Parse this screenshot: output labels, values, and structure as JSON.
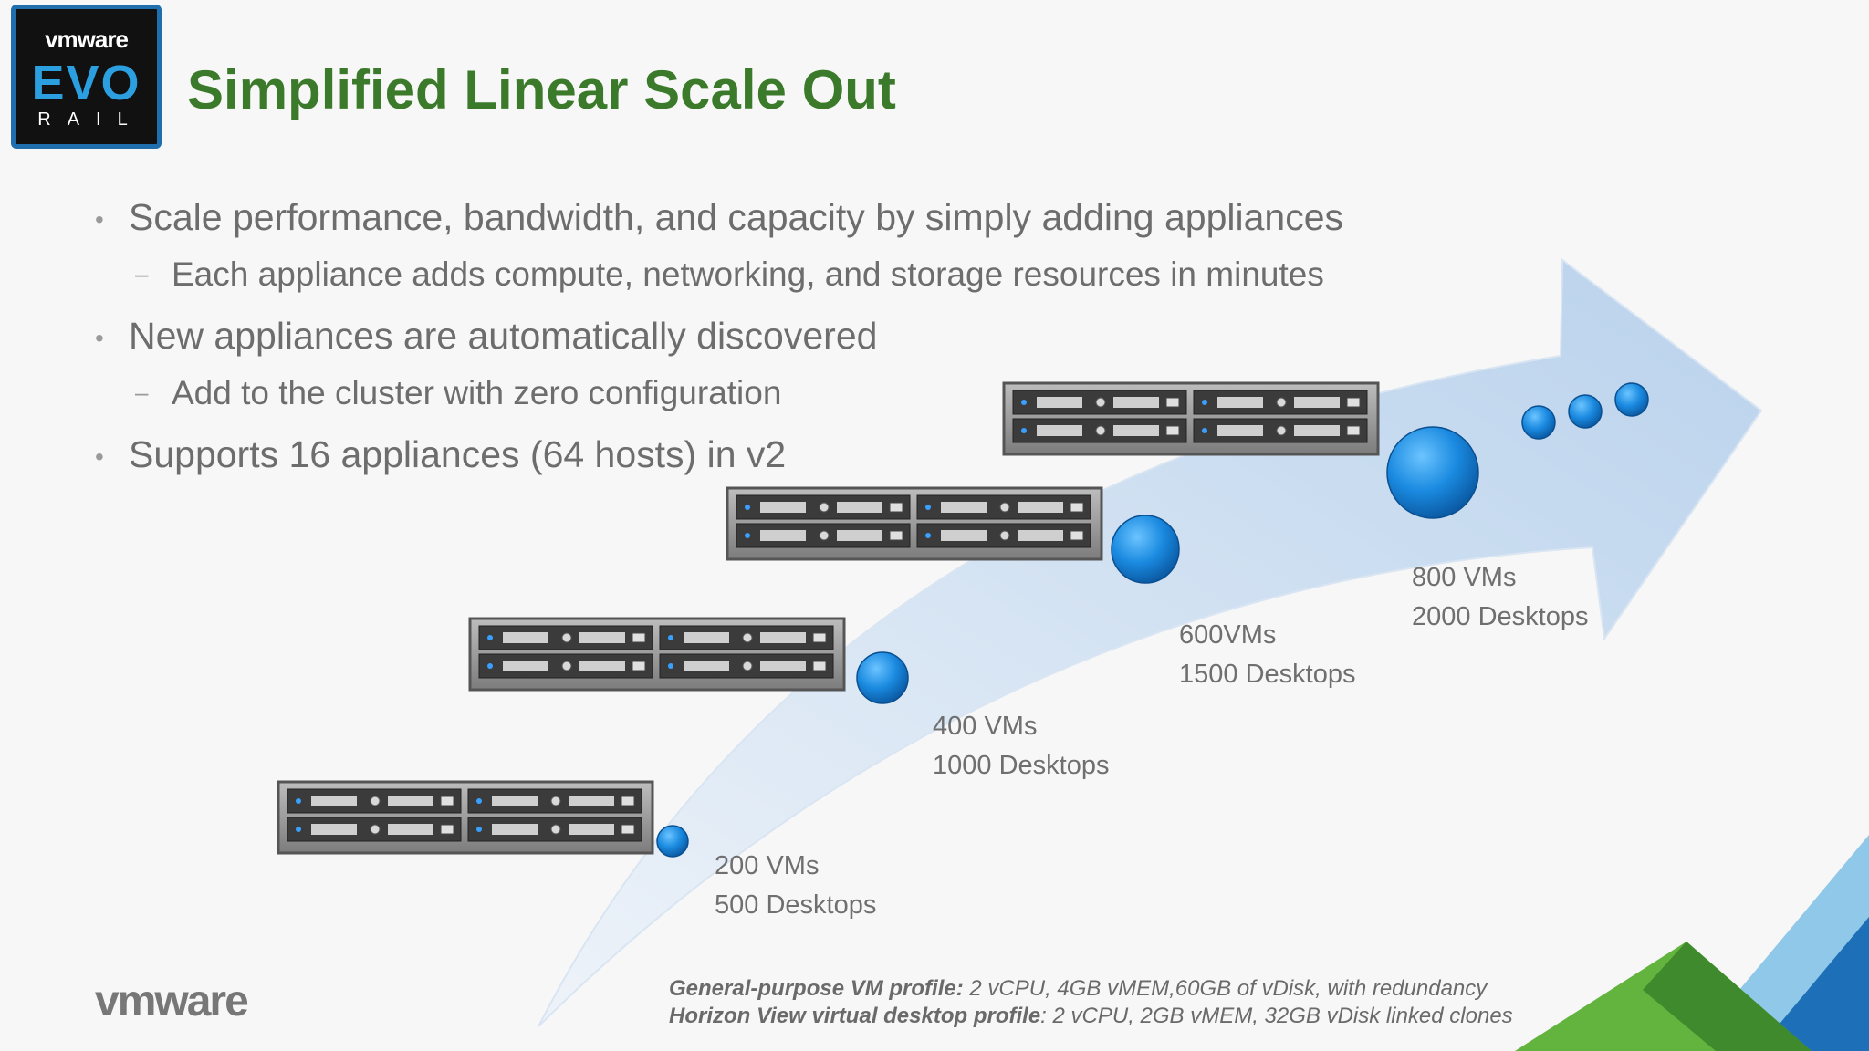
{
  "logo": {
    "vmware": "vmware",
    "evo": "EVO",
    "rail": "RAIL"
  },
  "title": "Simplified Linear Scale Out",
  "bullets": [
    {
      "text": "Scale performance, bandwidth, and capacity by simply adding appliances",
      "sub": "Each appliance adds compute, networking, and storage resources in minutes"
    },
    {
      "text": "New appliances are automatically discovered",
      "sub": "Add to the cluster with zero configuration"
    },
    {
      "text": "Supports 16 appliances (64 hosts) in v2",
      "sub": ""
    }
  ],
  "steps": [
    {
      "vms": "200 VMs",
      "desktops": "500 Desktops"
    },
    {
      "vms": "400 VMs",
      "desktops": "1000 Desktops"
    },
    {
      "vms": "600VMs",
      "desktops": "1500 Desktops"
    },
    {
      "vms": "800 VMs",
      "desktops": "2000 Desktops"
    }
  ],
  "footnote": {
    "line1_label": "General-purpose VM profile:",
    "line1_text": " 2 vCPU, 4GB vMEM,60GB of vDisk, with redundancy",
    "line2_label": "Horizon View virtual desktop profile",
    "line2_text": ": 2 vCPU, 2GB vMEM, 32GB vDisk linked clones"
  },
  "footer_logo": "vmware",
  "colors": {
    "title_green": "#3b7a2a",
    "arrow": "#c9dcef",
    "sphere": "#1a8ae0",
    "corner_blue": "#1d6fb8",
    "corner_green": "#63b33f",
    "corner_light": "#8fc8e8"
  }
}
